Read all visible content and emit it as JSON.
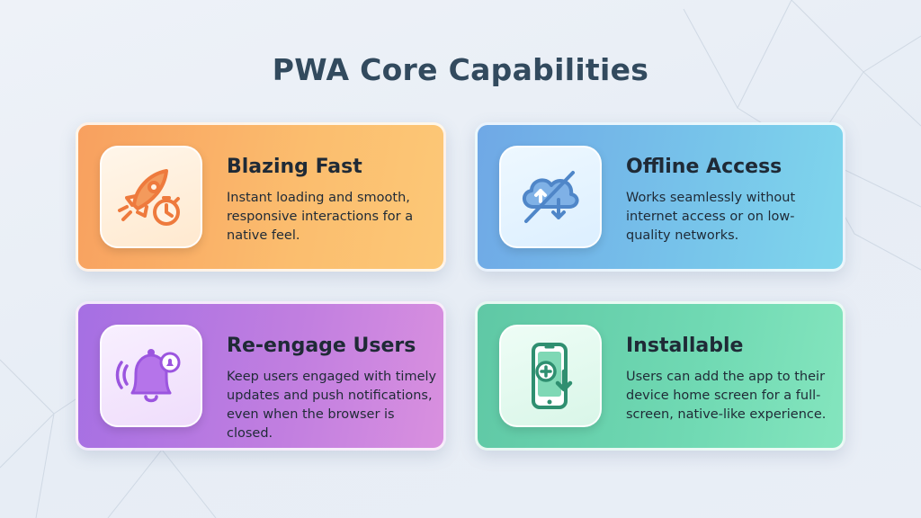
{
  "page": {
    "title": "PWA Core Capabilities"
  },
  "cards": [
    {
      "title": "Blazing Fast",
      "description": "Instant loading and smooth, responsive interactions for a native feel.",
      "icon": "rocket-stopwatch-icon",
      "accent": "#f8a05f"
    },
    {
      "title": "Offline Access",
      "description": "Works seamlessly without internet access or on low-quality networks.",
      "icon": "cloud-offline-icon",
      "accent": "#6fa8e6"
    },
    {
      "title": "Re-engage Users",
      "description": "Keep users engaged with timely updates and push notifications, even when the browser is closed.",
      "icon": "bell-notification-icon",
      "accent": "#a56fe3"
    },
    {
      "title": "Installable",
      "description": "Users can add the app to their device home screen for a full-screen, native-like experience.",
      "icon": "phone-install-icon",
      "accent": "#5fc8a5"
    }
  ]
}
